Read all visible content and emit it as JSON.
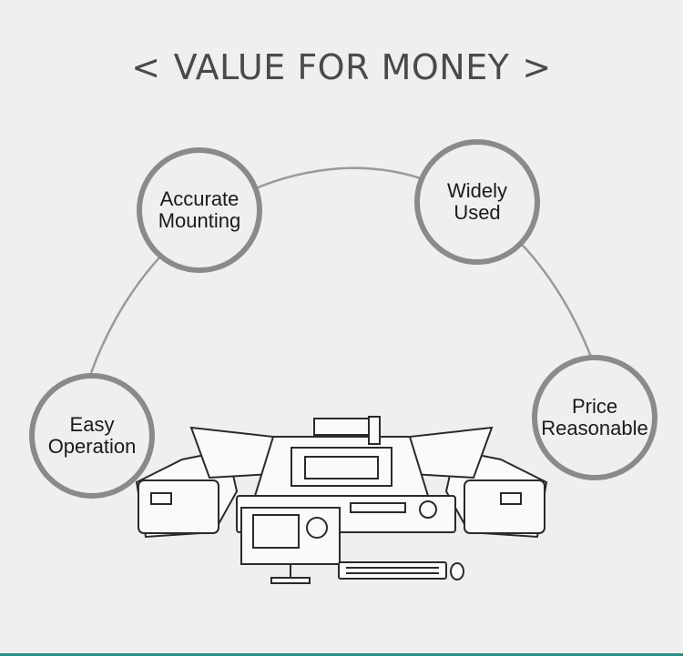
{
  "header": {
    "title": "VALUE FOR MONEY",
    "left_glyph": "<",
    "right_glyph": ">"
  },
  "features": [
    {
      "line1": "Accurate",
      "line2": "Mounting"
    },
    {
      "line1": "Widely",
      "line2": "Used"
    },
    {
      "line1": "Easy",
      "line2": "Operation"
    },
    {
      "line1": "Price",
      "line2": "Reasonable"
    }
  ],
  "machine": {
    "illustration": "pick-and-place-machine",
    "icon": "smt-machine-icon"
  },
  "colors": {
    "background": "#efefef",
    "circle_border": "#8a8a8a",
    "arc": "#9a9a9a",
    "accent_bar": "#2a8f86"
  }
}
